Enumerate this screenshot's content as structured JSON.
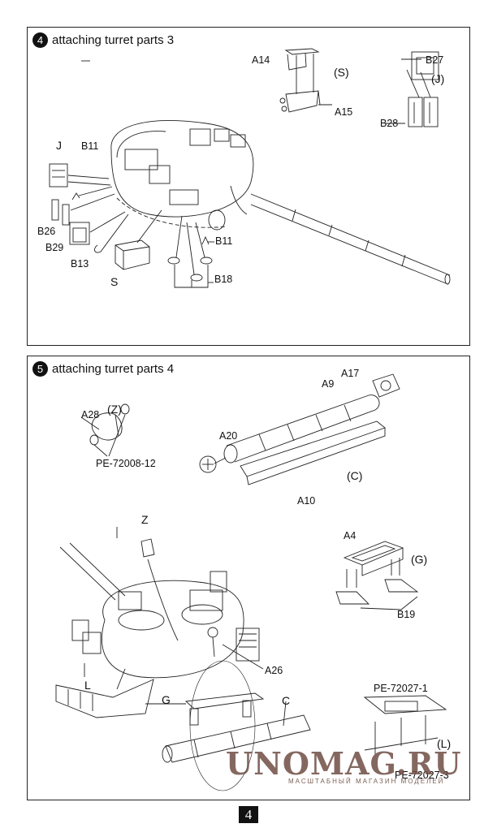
{
  "steps": [
    {
      "number": "4",
      "title": "attaching turret parts 3",
      "labels": {
        "a14": "A14",
        "s_group": "(S)",
        "a15": "A15",
        "b27": "B27",
        "j_group": "(J)",
        "b28": "B28",
        "j": "J",
        "b11_top": "B11",
        "b26": "B26",
        "b29": "B29",
        "b13": "B13",
        "s": "S",
        "b11_bottom": "B11",
        "b18": "B18"
      }
    },
    {
      "number": "5",
      "title": "attaching turret parts 4",
      "labels": {
        "a28": "A28",
        "z_group": "(Z)",
        "pe_72008_12": "PE-72008-12",
        "a17": "A17",
        "a9": "A9",
        "a20": "A20",
        "c_group": "(C)",
        "a10": "A10",
        "a4": "A4",
        "g_group": "(G)",
        "b19": "B19",
        "z": "Z",
        "l": "L",
        "a26": "A26",
        "g": "G",
        "c": "C",
        "pe_72027_1": "PE-72027-1",
        "l_group": "(L)",
        "pe_72027_3": "PE-72027-3"
      }
    }
  ],
  "watermark": {
    "main": "UNOMAG.RU",
    "sub": "МАСШТАБНЫЙ МАГАЗИН МОДЕЛЕЙ"
  },
  "page_number": "4"
}
